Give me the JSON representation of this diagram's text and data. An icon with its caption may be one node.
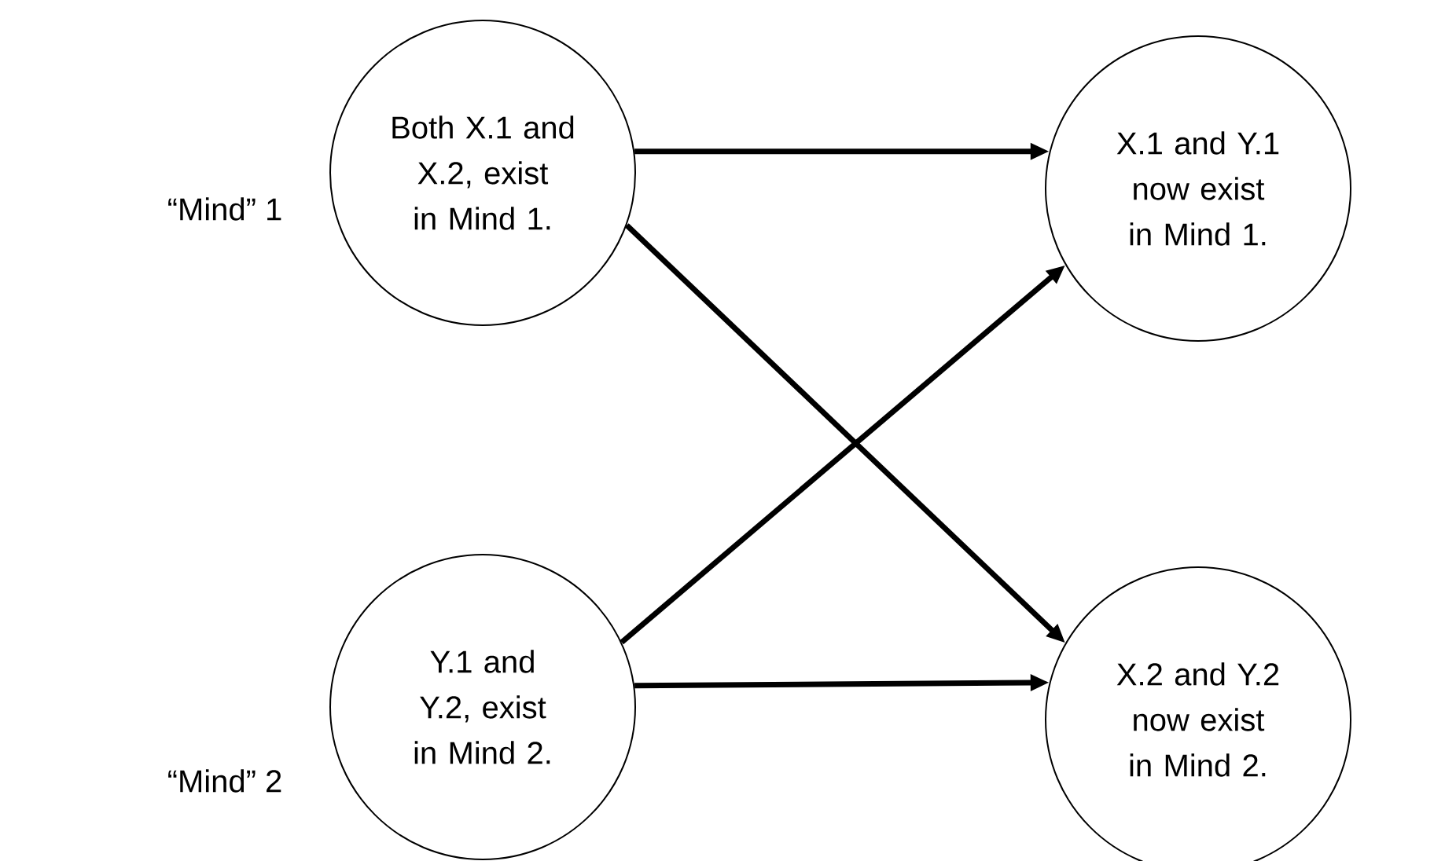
{
  "diagram": {
    "nodes": [
      {
        "text": [
          "Both X.1 and X.2, exist in Mind 1."
        ]
      },
      {
        "text": [
          "X.1 and Y.1 now exist in Mind 1."
        ]
      },
      {
        "text": [
          "Y.1 and Y.2, exist in Mind 2."
        ]
      },
      {
        "text": [
          "X.2 and Y.2 now exist in Mind 2."
        ]
      }
    ],
    "edges": [
      {
        "from": 0,
        "to": 1,
        "arrow": "to"
      },
      {
        "from": 0,
        "to": 3,
        "arrow": "to"
      },
      {
        "from": 2,
        "to": 1,
        "arrow": "to"
      },
      {
        "from": 2,
        "to": 3,
        "arrow": "to"
      }
    ],
    "labels": [
      "“Mind” 1",
      "“Mind” 2"
    ]
  }
}
